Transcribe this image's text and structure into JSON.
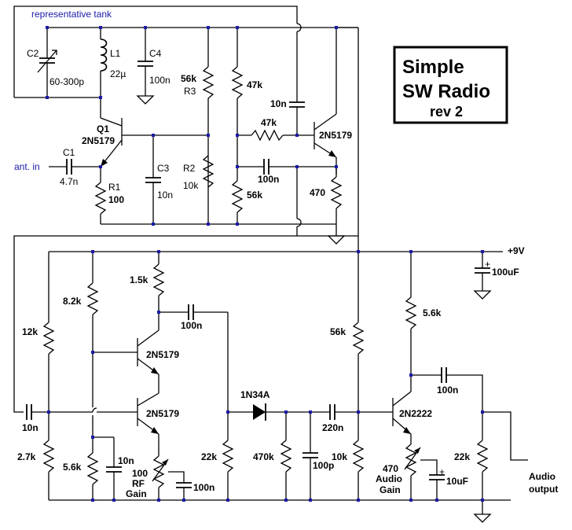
{
  "title": {
    "line1": "Simple",
    "line2": "SW Radio",
    "line3": "rev 2"
  },
  "annotations": {
    "tank": "representative tank",
    "ant_in": "ant. in",
    "supply": "+9V",
    "audio_out_1": "Audio",
    "audio_out_2": "output"
  },
  "components": {
    "c2": {
      "ref": "C2",
      "value": "60-300p"
    },
    "l1": {
      "ref": "L1",
      "value": "22µ"
    },
    "c4": {
      "ref": "C4",
      "value": "100n"
    },
    "r3": {
      "ref": "R3",
      "value": "56k"
    },
    "r_47k_a": "47k",
    "c_10n_top": "10n",
    "r_47k_b": "47k",
    "q1": {
      "ref": "Q1",
      "value": "2N5179"
    },
    "q_rf2": "2N5179",
    "c1": {
      "ref": "C1",
      "value": "4.7n"
    },
    "r1": {
      "ref": "R1",
      "value": "100"
    },
    "c3": {
      "ref": "C3",
      "value": "10n"
    },
    "r2": {
      "ref": "R2",
      "value": "10k"
    },
    "c_100n_mid": "100n",
    "r_56k_b": "56k",
    "r_470": "470",
    "c_100uf": "100uF",
    "r_1k5": "1.5k",
    "r_8k2": "8.2k",
    "c_100n_a": "100n",
    "r_12k": "12k",
    "q_amp1": "2N5179",
    "q_amp2": "2N5179",
    "c_10n_in": "10n",
    "r_2k7": "2.7k",
    "r_5k6_a": "5.6k",
    "c_10n_b": "10n",
    "pot_rf": {
      "value": "100",
      "label1": "RF",
      "label2": "Gain"
    },
    "c_100n_b": "100n",
    "diode": "1N34A",
    "r_22k_a": "22k",
    "r_470k": "470k",
    "c_100p": "100p",
    "c_220n": "220n",
    "r_56k_c": "56k",
    "r_10k": "10k",
    "q_audio": "2N2222",
    "r_5k6_b": "5.6k",
    "c_100n_c": "100n",
    "pot_audio": {
      "value": "470",
      "label1": "Audio",
      "label2": "Gain"
    },
    "c_10uf": "10uF",
    "r_22k_b": "22k",
    "plus": "+"
  }
}
